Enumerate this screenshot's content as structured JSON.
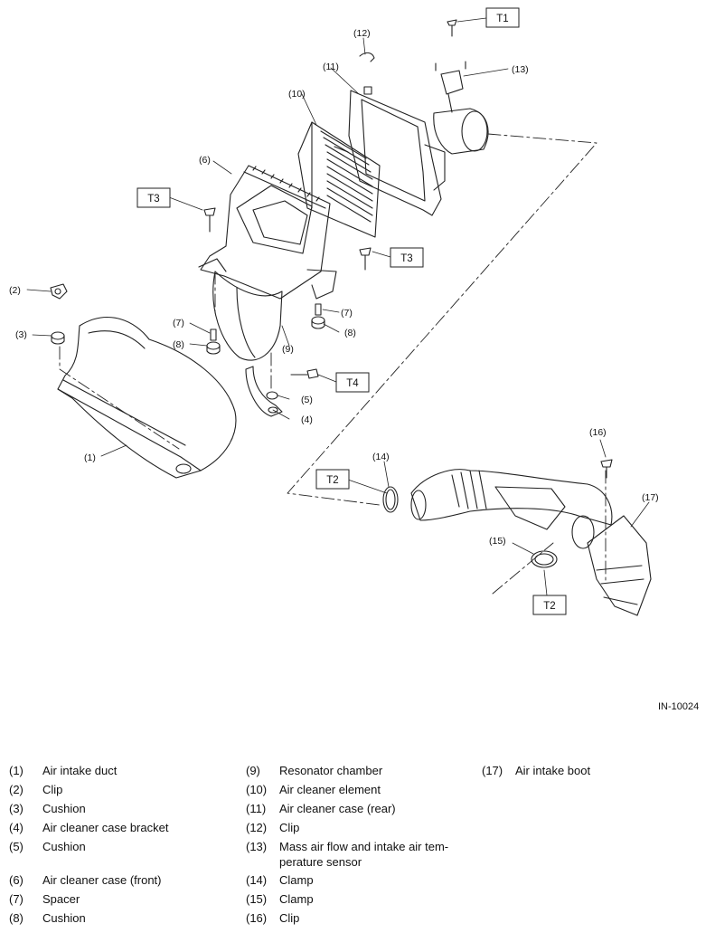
{
  "figure_id": "IN-10024",
  "callouts": [
    "(1)",
    "(2)",
    "(3)",
    "(4)",
    "(5)",
    "(6)",
    "(7)",
    "(8)",
    "(9)",
    "(10)",
    "(11)",
    "(12)",
    "(13)",
    "(14)",
    "(15)",
    "(16)",
    "(17)"
  ],
  "torque_labels": [
    "T1",
    "T2",
    "T3",
    "T4"
  ],
  "legend": [
    {
      "num": "(1)",
      "text": "Air intake duct"
    },
    {
      "num": "(2)",
      "text": "Clip"
    },
    {
      "num": "(3)",
      "text": "Cushion"
    },
    {
      "num": "(4)",
      "text": "Air cleaner case bracket"
    },
    {
      "num": "(5)",
      "text": "Cushion"
    },
    {
      "num": "(6)",
      "text": "Air cleaner case (front)"
    },
    {
      "num": "(7)",
      "text": "Spacer"
    },
    {
      "num": "(8)",
      "text": "Cushion"
    },
    {
      "num": "(9)",
      "text": "Resonator chamber"
    },
    {
      "num": "(10)",
      "text": "Air cleaner element"
    },
    {
      "num": "(11)",
      "text": "Air cleaner case (rear)"
    },
    {
      "num": "(12)",
      "text": "Clip"
    },
    {
      "num": "(13)",
      "text": "Mass air flow and intake air tem-"
    },
    {
      "num": "",
      "text": "perature sensor"
    },
    {
      "num": "(14)",
      "text": "Clamp"
    },
    {
      "num": "(15)",
      "text": "Clamp"
    },
    {
      "num": "(16)",
      "text": "Clip"
    },
    {
      "num": "(17)",
      "text": "Air intake boot"
    }
  ]
}
